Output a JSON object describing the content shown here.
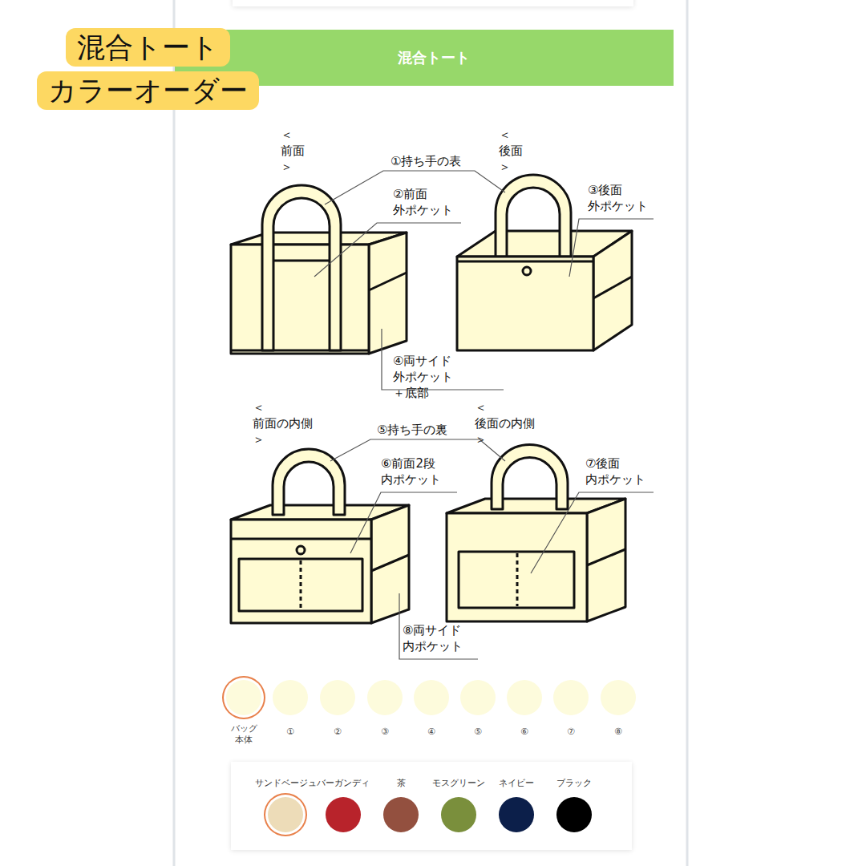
{
  "diagram": {
    "nodes": [
      {
        "text": [
          "混合トート カラーオーダー"
        ]
      },
      {
        "text": [
          "混合トート"
        ]
      },
      {
        "text": [
          "バッグ 本体"
        ]
      },
      {
        "text": [
          "①"
        ]
      },
      {
        "text": [
          "②"
        ]
      },
      {
        "text": [
          "③"
        ]
      },
      {
        "text": [
          "④"
        ]
      },
      {
        "text": [
          "⑤"
        ]
      },
      {
        "text": [
          "⑥"
        ]
      },
      {
        "text": [
          "⑦"
        ]
      },
      {
        "text": [
          "⑧"
        ]
      }
    ],
    "labels": [
      "＜前面＞",
      "＜後面＞",
      "①持ち手の表",
      "②前面 外ポケット",
      "③後面 外ポケット",
      "④両サイド 外ポケット＋底部",
      "＜前面の内側＞",
      "＜後面の内側＞",
      "⑤持ち手の裏",
      "⑥前面2段 内ポケット",
      "⑦後面 内ポケット",
      "⑧両サイド 内ポケット"
    ],
    "legend": [
      {
        "text": "サンドベージュ",
        "color": "#eddcb8"
      },
      {
        "text": "バーガンディ",
        "color": "#b8232b"
      },
      {
        "text": "茶",
        "color": "#93503f"
      },
      {
        "text": "モスグリーン",
        "color": "#7a8f3c"
      },
      {
        "text": "ネイビー",
        "color": "#0c1f4a"
      },
      {
        "text": "ブラック",
        "color": "#000000"
      }
    ]
  }
}
